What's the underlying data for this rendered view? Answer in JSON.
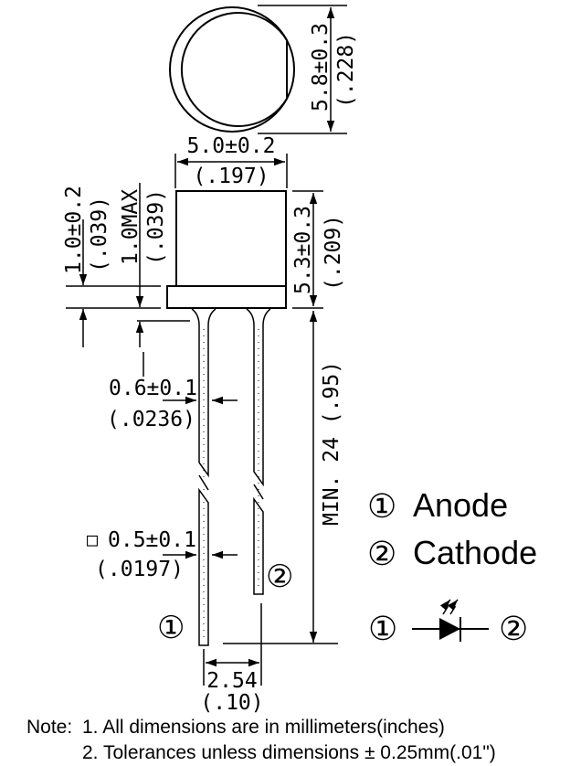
{
  "drawing": {
    "title": "5mm LED package outline",
    "dimensions": {
      "flange_diameter": {
        "mm": "5.8±0.3",
        "inch": "(.228)"
      },
      "body_diameter": {
        "mm": "5.0±0.2",
        "inch": "(.197)"
      },
      "body_height": {
        "mm": "5.3±0.3",
        "inch": "(.209)"
      },
      "flange_thickness": {
        "mm": "1.0±0.2",
        "inch": "(.039)"
      },
      "standoff": {
        "mm": "1.0MAX",
        "inch": "(.039)"
      },
      "lead_width_round": {
        "mm": "0.6±0.1",
        "inch": "(.0236)"
      },
      "lead_width_square": {
        "symbol": "□",
        "mm": "0.5±0.1",
        "inch": "(.0197)"
      },
      "lead_length": {
        "text": "MIN. 24 (.95)"
      },
      "lead_pitch": {
        "mm": "2.54",
        "inch": "(.10)"
      }
    },
    "pin_labels": {
      "pin1": "①",
      "pin2": "②"
    }
  },
  "legend": {
    "items": [
      {
        "marker": "①",
        "label": "Anode"
      },
      {
        "marker": "②",
        "label": "Cathode"
      }
    ],
    "symbol": {
      "left": "①",
      "right": "②",
      "icon": "led-diode-symbol"
    }
  },
  "notes": {
    "prefix": "Note:",
    "lines": [
      "1. All dimensions are in millimeters(inches)",
      "2. Tolerances unless dimensions ± 0.25mm(.01\")"
    ]
  }
}
